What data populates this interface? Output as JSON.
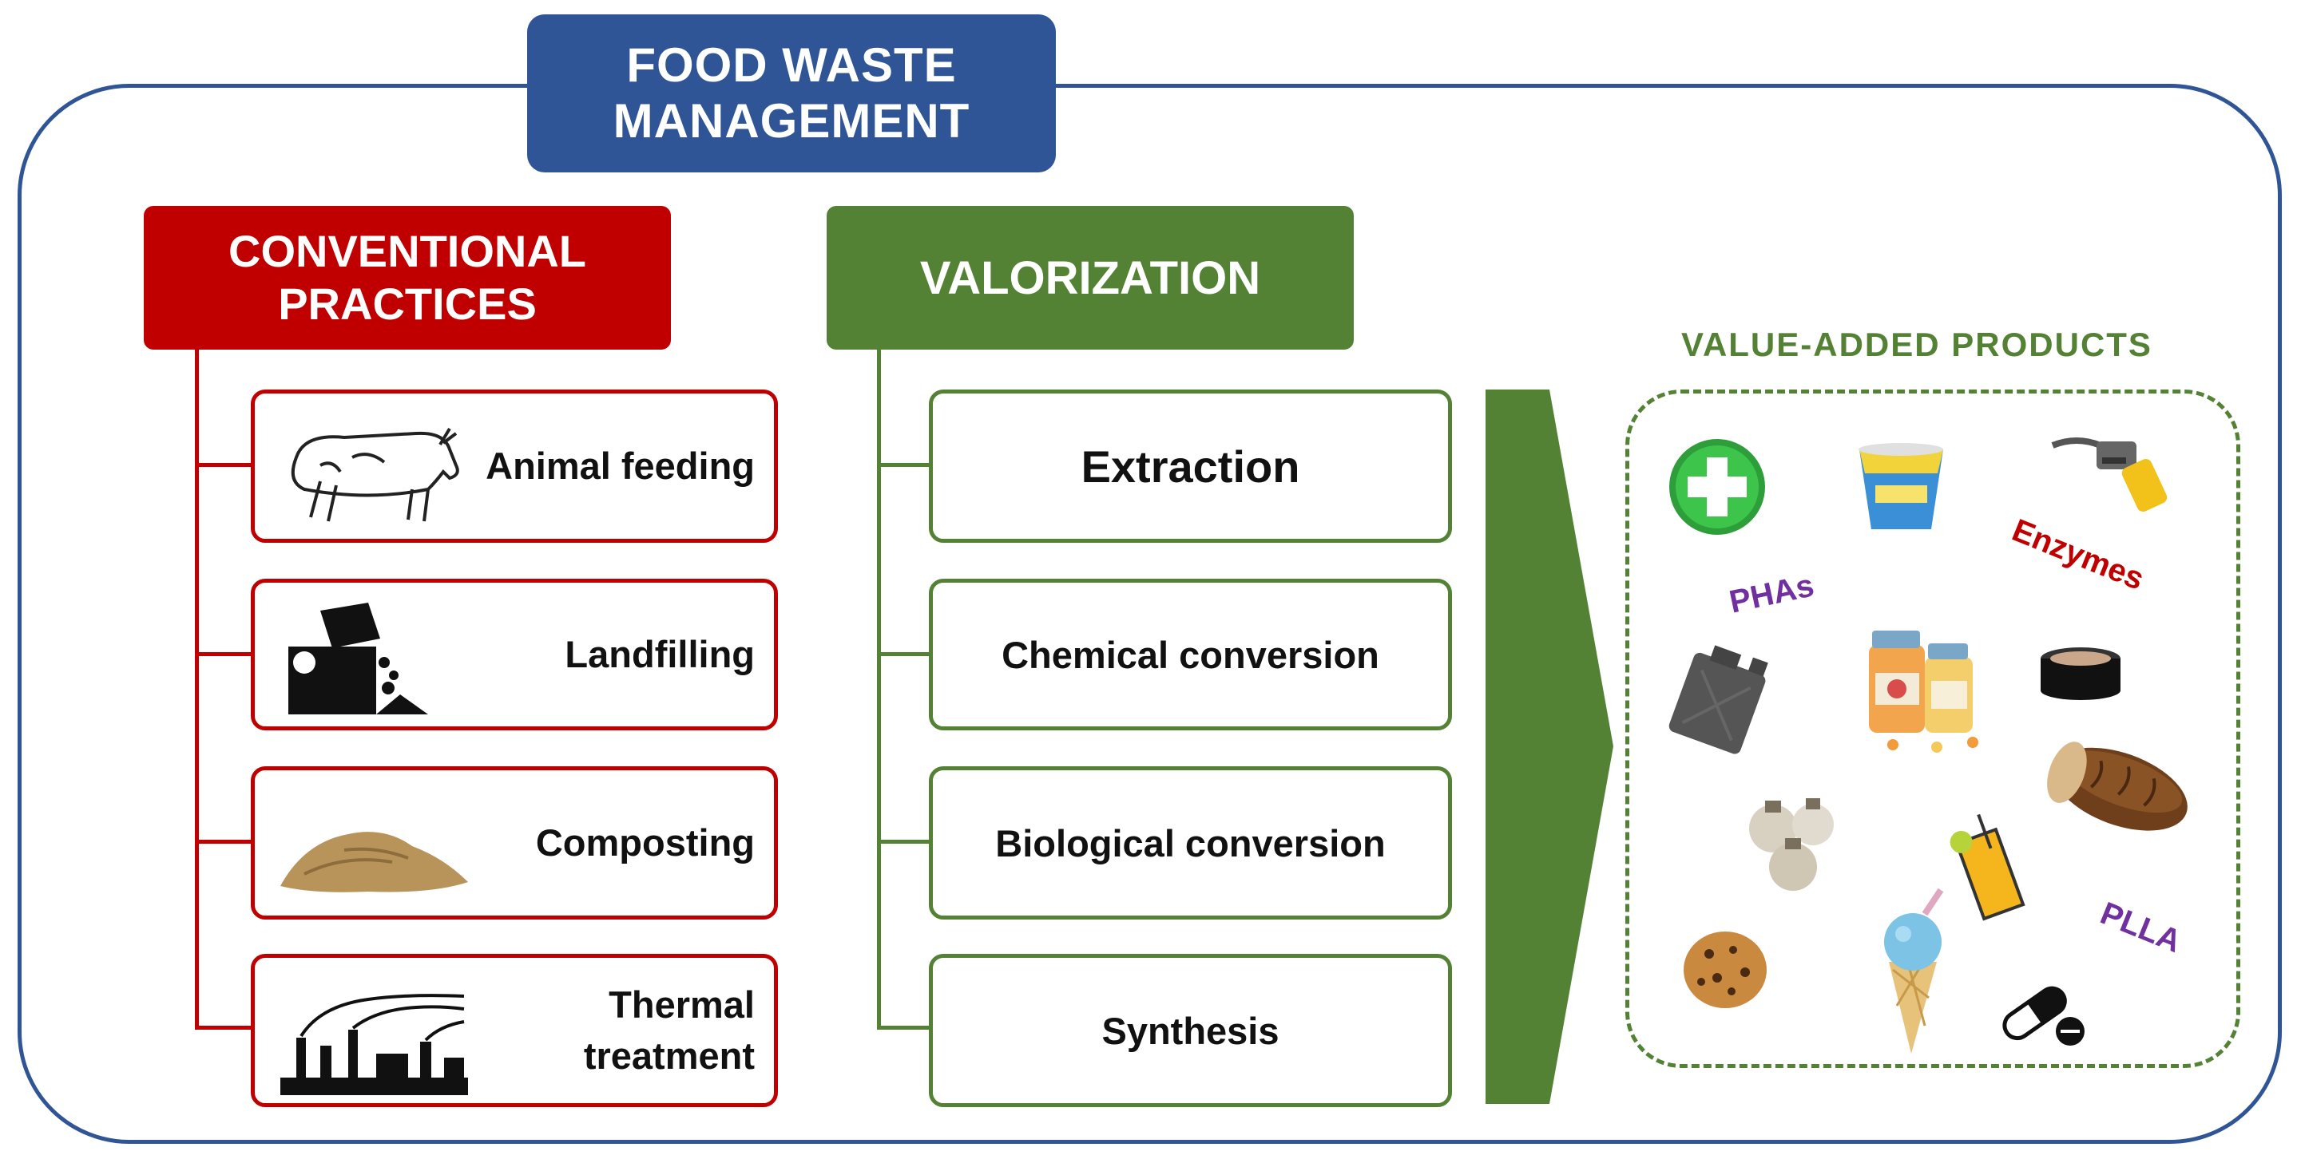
{
  "title": {
    "line1": "FOOD WASTE",
    "line2": "MANAGEMENT"
  },
  "conventional": {
    "header_line1": "CONVENTIONAL",
    "header_line2": "PRACTICES",
    "items": [
      {
        "label": "Animal feeding",
        "icon": "cow-icon"
      },
      {
        "label": "Landfilling",
        "icon": "dump-truck-icon"
      },
      {
        "label": "Composting",
        "icon": "compost-pile-icon"
      },
      {
        "label_line1": "Thermal",
        "label_line2": "treatment",
        "icon": "factory-icon"
      }
    ]
  },
  "valorization": {
    "header": "VALORIZATION",
    "items": [
      "Extraction",
      "Chemical conversion",
      "Biological conversion",
      "Synthesis"
    ]
  },
  "products": {
    "title": "VALUE-ADDED PRODUCTS",
    "labels": {
      "phas": "PHAs",
      "enzymes": "Enzymes",
      "plla": "PLLA"
    },
    "icons": [
      "medical-cross-icon",
      "yogurt-cup-icon",
      "fuel-nozzle-icon",
      "jerrycan-icon",
      "supplement-bottles-icon",
      "cosmetic-jar-icon",
      "bread-icon",
      "light-bulbs-icon",
      "juice-glass-icon",
      "cookie-icon",
      "ice-cream-icon",
      "capsule-pill-icon"
    ]
  },
  "colors": {
    "blue": "#2f5597",
    "red": "#c00000",
    "green": "#548235",
    "purple": "#7030a0",
    "crimson": "#c00000"
  }
}
